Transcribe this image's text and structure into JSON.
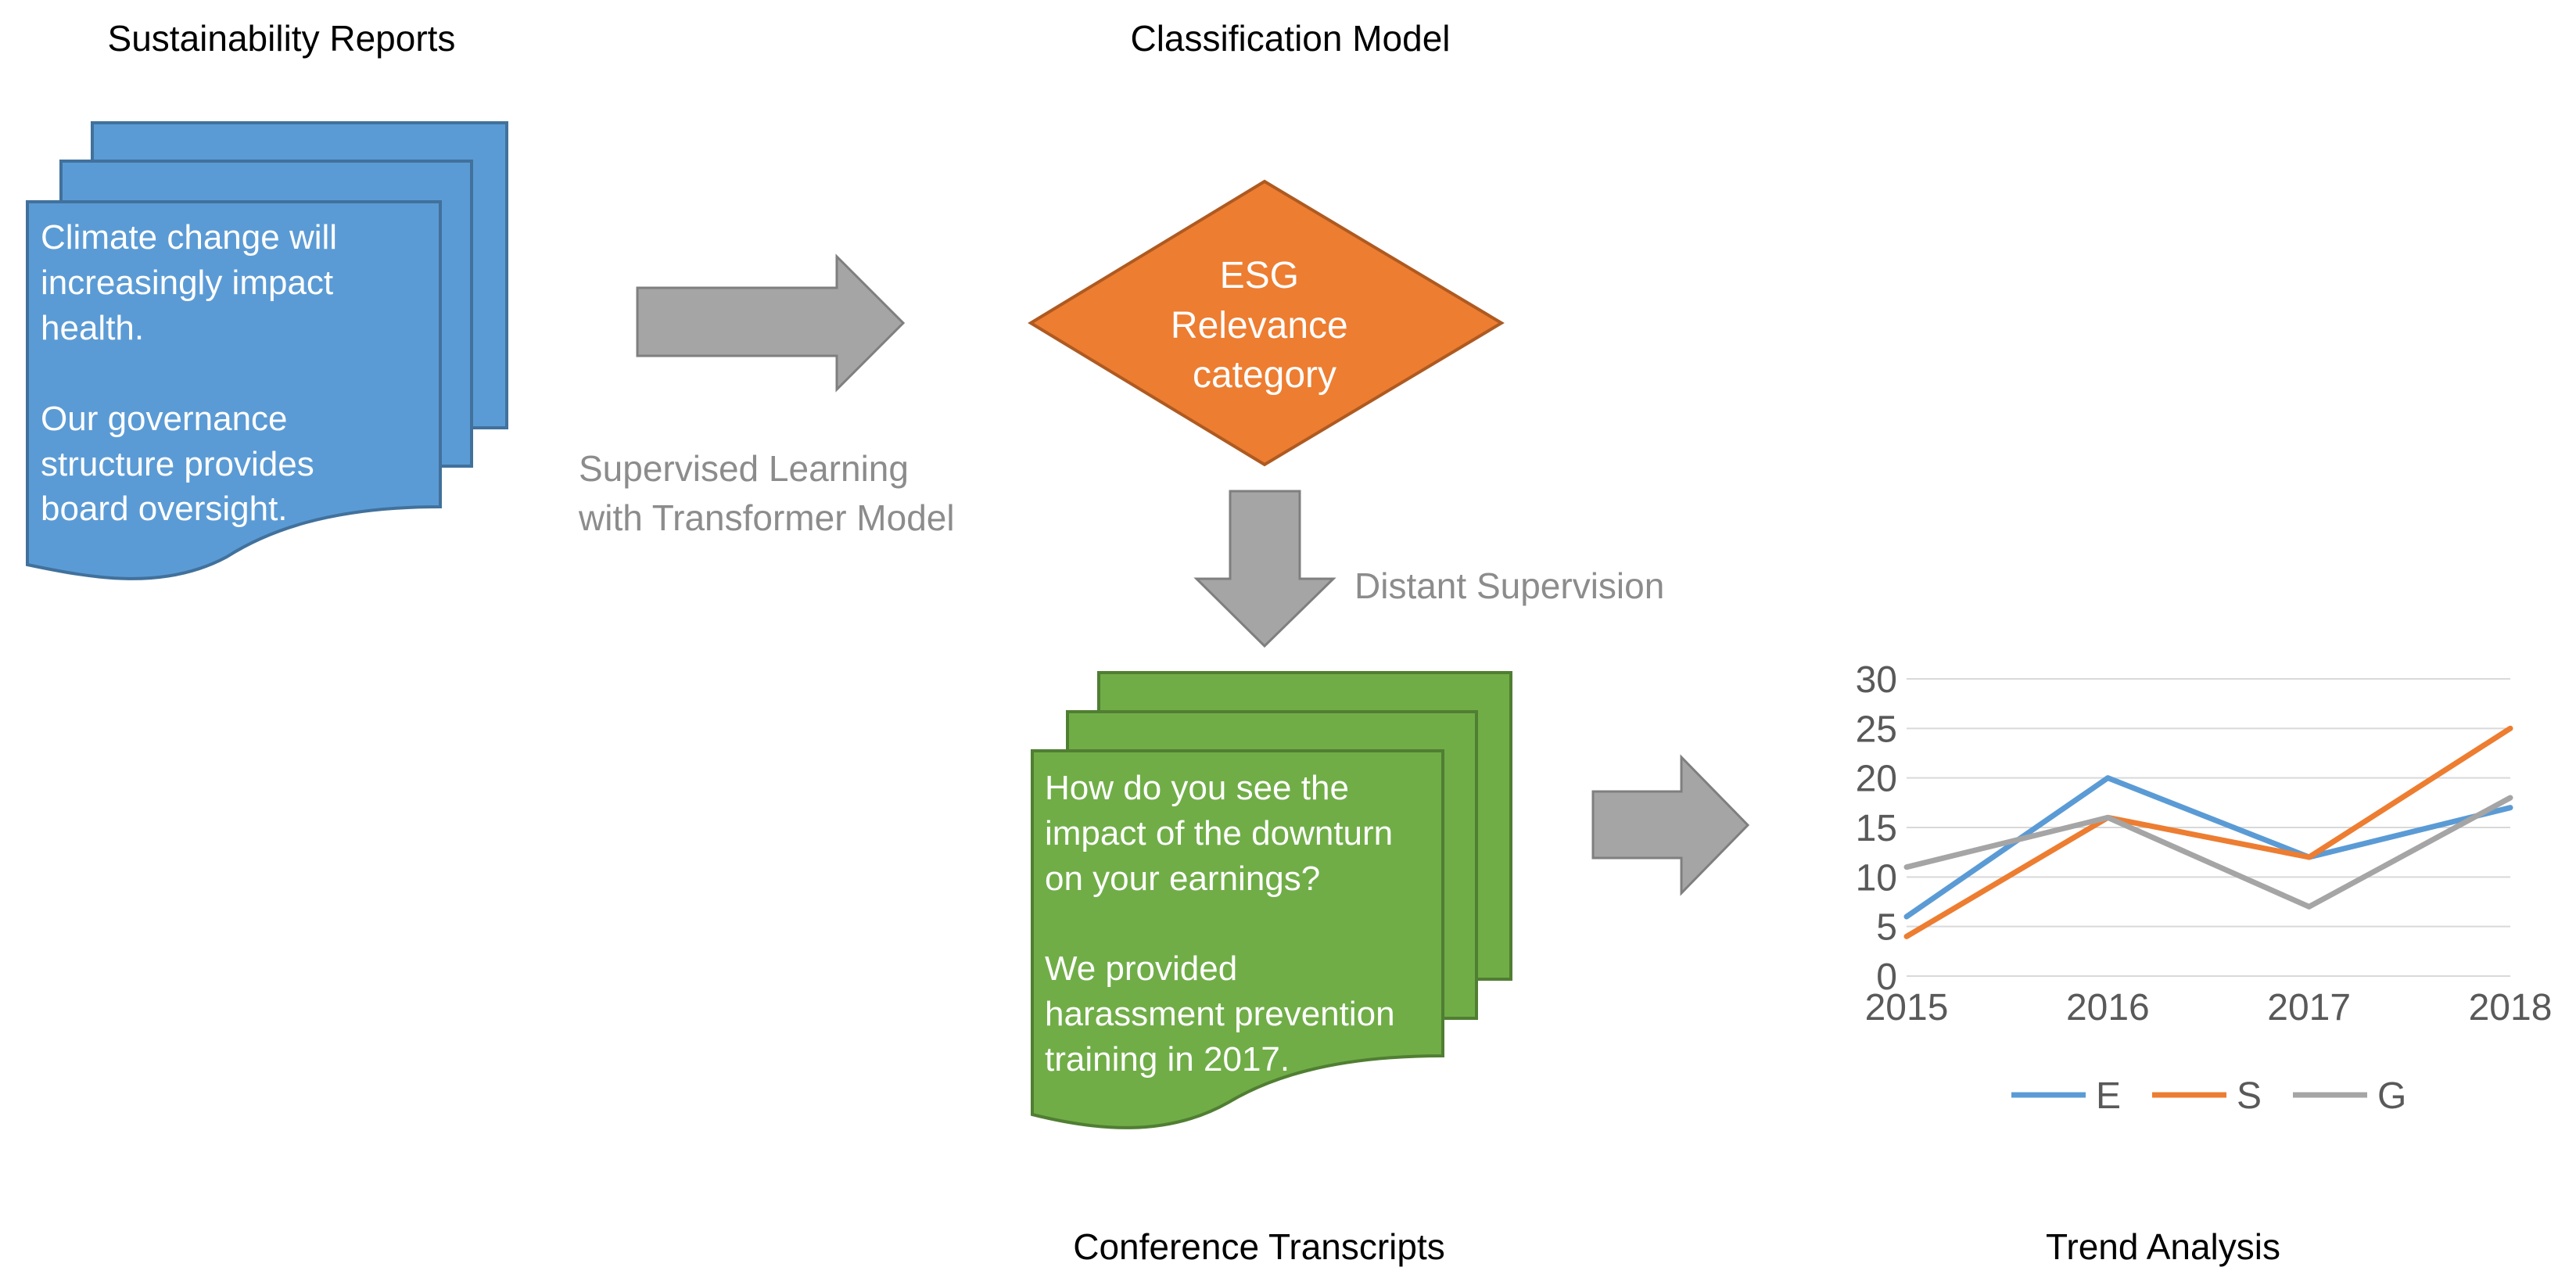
{
  "labels": {
    "sustainability_reports": "Sustainability Reports",
    "classification_model": "Classification Model",
    "conference_transcripts": "Conference Transcripts",
    "trend_analysis": "Trend Analysis",
    "supervised_learning": [
      "Supervised Learning",
      "with Transformer Model"
    ],
    "distant_supervision": "Distant Supervision"
  },
  "report_doc": {
    "lines": [
      "Climate  change  will",
      "increasingly  impact",
      "health.",
      "",
      "Our governance",
      "structure provides",
      "board oversight."
    ]
  },
  "transcript_doc": {
    "lines": [
      "How do you see the",
      "impact of the downturn",
      "on your earnings?",
      "",
      "We provided",
      "harassment prevention",
      "training in 2017."
    ]
  },
  "diamond": {
    "lines": [
      "ESG",
      "Relevance",
      "category"
    ]
  },
  "colors": {
    "report_fill": "#5B9BD5",
    "report_stroke": "#41719C",
    "transcript_fill": "#70AD47",
    "transcript_stroke": "#507E32",
    "diamond_fill": "#ED7D31",
    "diamond_stroke": "#AE5A21",
    "arrow_fill": "#A5A5A5",
    "arrow_stroke": "#7F7F7F",
    "caption_text": "#000000",
    "edge_label_text": "#8C8C8C"
  },
  "chart_data": {
    "type": "line",
    "categories": [
      "2015",
      "2016",
      "2017",
      "2018"
    ],
    "series": [
      {
        "name": "E",
        "values": [
          6,
          20,
          12,
          17
        ],
        "color": "#5B9BD5"
      },
      {
        "name": "S",
        "values": [
          4,
          16,
          12,
          25
        ],
        "color": "#ED7D31"
      },
      {
        "name": "G",
        "values": [
          11,
          16,
          7,
          18
        ],
        "color": "#A5A5A5"
      }
    ],
    "ylim": [
      0,
      30
    ],
    "yticks": [
      "0",
      "5",
      "10",
      "15",
      "20",
      "25",
      "30"
    ],
    "grid": true,
    "legend": "bottom"
  }
}
